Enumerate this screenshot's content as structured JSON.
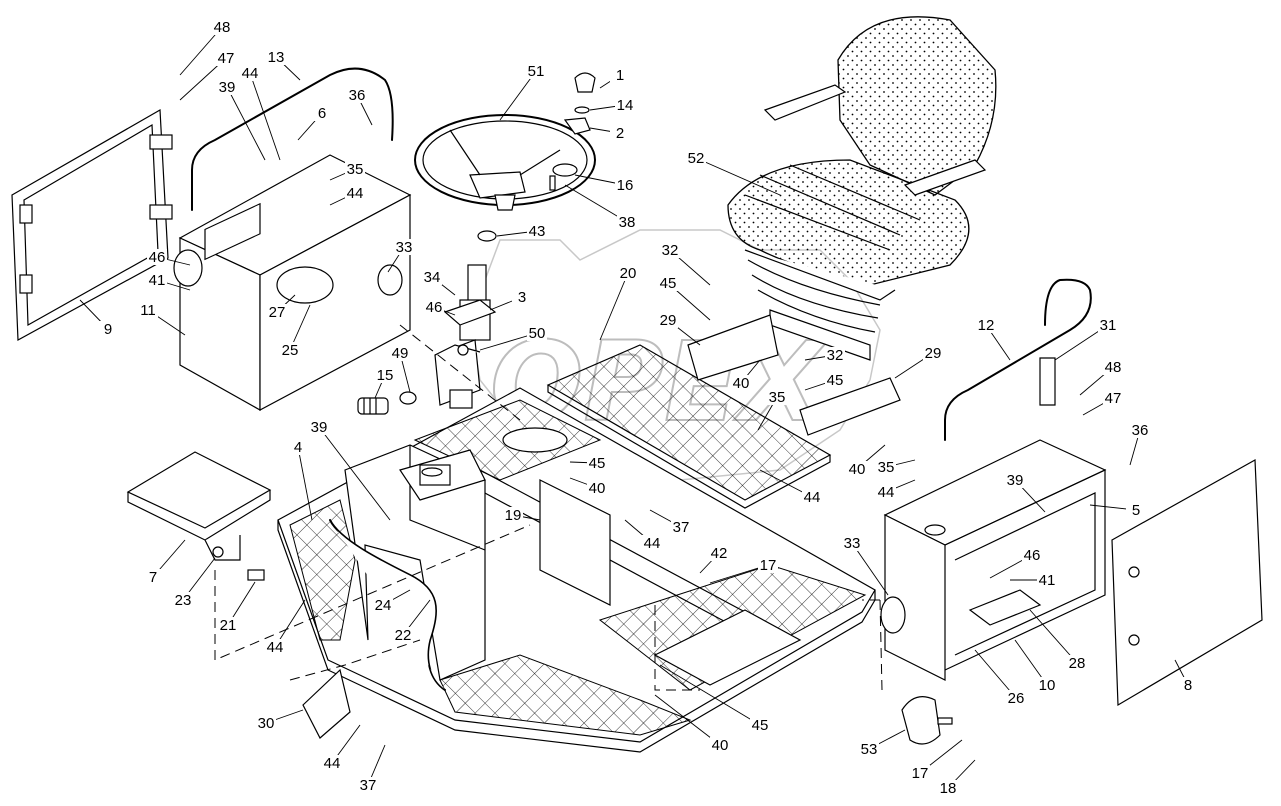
{
  "watermark": "OPEX",
  "callouts": [
    {
      "id": "1",
      "label": "1"
    },
    {
      "id": "2",
      "label": "2"
    },
    {
      "id": "3",
      "label": "3"
    },
    {
      "id": "4",
      "label": "4"
    },
    {
      "id": "5",
      "label": "5"
    },
    {
      "id": "6",
      "label": "6"
    },
    {
      "id": "7",
      "label": "7"
    },
    {
      "id": "8",
      "label": "8"
    },
    {
      "id": "9",
      "label": "9"
    },
    {
      "id": "10",
      "label": "10"
    },
    {
      "id": "11",
      "label": "11"
    },
    {
      "id": "12",
      "label": "12"
    },
    {
      "id": "13",
      "label": "13"
    },
    {
      "id": "14",
      "label": "14"
    },
    {
      "id": "15",
      "label": "15"
    },
    {
      "id": "16",
      "label": "16"
    },
    {
      "id": "17a",
      "label": "17"
    },
    {
      "id": "17b",
      "label": "17"
    },
    {
      "id": "18",
      "label": "18"
    },
    {
      "id": "19",
      "label": "19"
    },
    {
      "id": "20",
      "label": "20"
    },
    {
      "id": "21",
      "label": "21"
    },
    {
      "id": "22",
      "label": "22"
    },
    {
      "id": "23",
      "label": "23"
    },
    {
      "id": "24",
      "label": "24"
    },
    {
      "id": "25",
      "label": "25"
    },
    {
      "id": "26",
      "label": "26"
    },
    {
      "id": "27",
      "label": "27"
    },
    {
      "id": "28",
      "label": "28"
    },
    {
      "id": "29a",
      "label": "29"
    },
    {
      "id": "29b",
      "label": "29"
    },
    {
      "id": "30",
      "label": "30"
    },
    {
      "id": "31",
      "label": "31"
    },
    {
      "id": "32a",
      "label": "32"
    },
    {
      "id": "32b",
      "label": "32"
    },
    {
      "id": "33a",
      "label": "33"
    },
    {
      "id": "33b",
      "label": "33"
    },
    {
      "id": "34",
      "label": "34"
    },
    {
      "id": "35a",
      "label": "35"
    },
    {
      "id": "35b",
      "label": "35"
    },
    {
      "id": "35c",
      "label": "35"
    },
    {
      "id": "36a",
      "label": "36"
    },
    {
      "id": "36b",
      "label": "36"
    },
    {
      "id": "37a",
      "label": "37"
    },
    {
      "id": "37b",
      "label": "37"
    },
    {
      "id": "38",
      "label": "38"
    },
    {
      "id": "39a",
      "label": "39"
    },
    {
      "id": "39b",
      "label": "39"
    },
    {
      "id": "39c",
      "label": "39"
    },
    {
      "id": "40a",
      "label": "40"
    },
    {
      "id": "40b",
      "label": "40"
    },
    {
      "id": "40c",
      "label": "40"
    },
    {
      "id": "40d",
      "label": "40"
    },
    {
      "id": "41a",
      "label": "41"
    },
    {
      "id": "41b",
      "label": "41"
    },
    {
      "id": "42",
      "label": "42"
    },
    {
      "id": "43",
      "label": "43"
    },
    {
      "id": "44a",
      "label": "44"
    },
    {
      "id": "44b",
      "label": "44"
    },
    {
      "id": "44c",
      "label": "44"
    },
    {
      "id": "44d",
      "label": "44"
    },
    {
      "id": "44e",
      "label": "44"
    },
    {
      "id": "44f",
      "label": "44"
    },
    {
      "id": "44g",
      "label": "44"
    },
    {
      "id": "45a",
      "label": "45"
    },
    {
      "id": "45b",
      "label": "45"
    },
    {
      "id": "45c",
      "label": "45"
    },
    {
      "id": "45d",
      "label": "45"
    },
    {
      "id": "46a",
      "label": "46"
    },
    {
      "id": "46b",
      "label": "46"
    },
    {
      "id": "46c",
      "label": "46"
    },
    {
      "id": "47a",
      "label": "47"
    },
    {
      "id": "47b",
      "label": "47"
    },
    {
      "id": "48a",
      "label": "48"
    },
    {
      "id": "48b",
      "label": "48"
    },
    {
      "id": "49",
      "label": "49"
    },
    {
      "id": "50",
      "label": "50"
    },
    {
      "id": "51",
      "label": "51"
    },
    {
      "id": "52",
      "label": "52"
    },
    {
      "id": "53",
      "label": "53"
    }
  ]
}
